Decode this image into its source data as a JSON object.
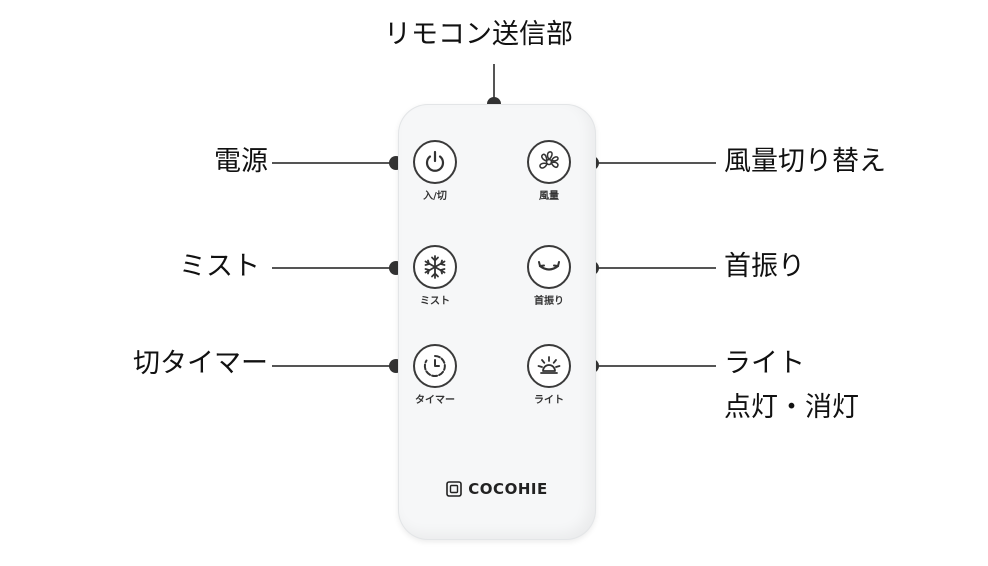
{
  "labels": {
    "transmitter": "リモコン送信部",
    "power": "電源",
    "mist": "ミスト",
    "timer": "切タイマー",
    "fan_speed": "風量切り替え",
    "swing": "首振り",
    "light_line1": "ライト",
    "light_line2": "点灯・消灯"
  },
  "buttons": {
    "power": "入/切",
    "fan_speed": "風量",
    "mist": "ミスト",
    "swing": "首振り",
    "timer": "タイマー",
    "light": "ライト"
  },
  "brand": "COCOHIE",
  "colors": {
    "remote_body": "#f6f7f8",
    "button_ring": "#3a3a3a",
    "leader_line": "#555555",
    "text": "#111111"
  },
  "icons": {
    "power": "power-icon",
    "fan_speed": "fan-icon",
    "mist": "snowflake-icon",
    "swing": "swing-arrow-icon",
    "timer": "timer-icon",
    "light": "light-icon",
    "brand": "brand-logo-icon"
  }
}
